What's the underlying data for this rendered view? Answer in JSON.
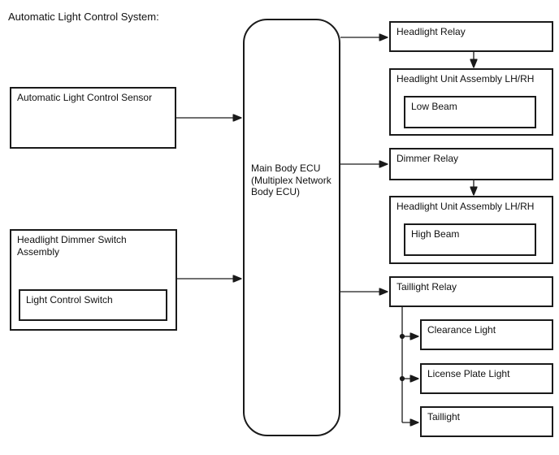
{
  "title": "Automatic Light Control System:",
  "colors": {
    "line": "#1a1a1a",
    "background": "#ffffff"
  },
  "nodes": {
    "sensor": {
      "label": "Automatic Light Control Sensor"
    },
    "dimmer_switch": {
      "label": "Headlight Dimmer Switch Assembly"
    },
    "light_control_switch": {
      "label": "Light Control Switch"
    },
    "ecu": {
      "label": "Main Body ECU (Multiplex Network Body ECU)"
    },
    "headlight_relay": {
      "label": "Headlight Relay"
    },
    "headlight_unit_low": {
      "label": "Headlight Unit Assembly LH/RH"
    },
    "low_beam": {
      "label": "Low Beam"
    },
    "dimmer_relay": {
      "label": "Dimmer Relay"
    },
    "headlight_unit_high": {
      "label": "Headlight Unit Assembly LH/RH"
    },
    "high_beam": {
      "label": "High Beam"
    },
    "taillight_relay": {
      "label": "Taillight Relay"
    },
    "clearance_light": {
      "label": "Clearance Light"
    },
    "license_plate_light": {
      "label": "License Plate Light"
    },
    "taillight": {
      "label": "Taillight"
    }
  },
  "connections": [
    {
      "from": "automatic_light_control_sensor",
      "to": "ecu",
      "type": "arrow"
    },
    {
      "from": "headlight_dimmer_switch_assembly",
      "to": "ecu",
      "type": "arrow"
    },
    {
      "from": "ecu",
      "to": "headlight_relay",
      "type": "arrow"
    },
    {
      "from": "headlight_relay",
      "to": "headlight_unit_low",
      "type": "arrow"
    },
    {
      "from": "ecu",
      "to": "dimmer_relay",
      "type": "arrow"
    },
    {
      "from": "dimmer_relay",
      "to": "headlight_unit_high",
      "type": "arrow"
    },
    {
      "from": "ecu",
      "to": "taillight_relay",
      "type": "arrow"
    },
    {
      "from": "taillight_relay",
      "to": "clearance_light",
      "type": "branch-arrow"
    },
    {
      "from": "taillight_relay",
      "to": "license_plate_light",
      "type": "branch-arrow"
    },
    {
      "from": "taillight_relay",
      "to": "taillight",
      "type": "branch-arrow"
    }
  ]
}
